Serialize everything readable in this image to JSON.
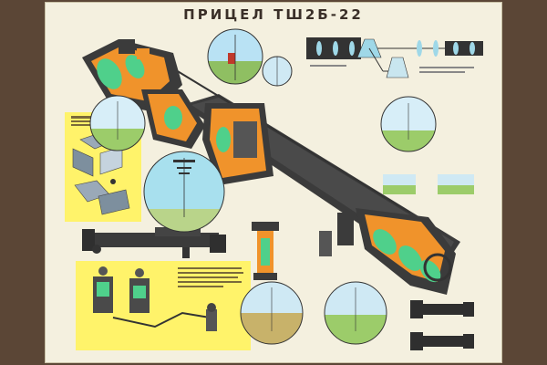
{
  "poster": {
    "title": "ПРИЦЕЛ ТШ2Б-22"
  },
  "colors": {
    "frame": "#5b4636",
    "paper": "#f4f0df",
    "housing": "#3b3b3b",
    "cutaway": "#f0932b",
    "optics": "#4fd08b",
    "note_yellow": "#fff36a"
  },
  "icons": [
    "cutaway-sight-drawing",
    "eyepiece-view-circle",
    "optical-schematic",
    "kinematic-linkage-diagram",
    "sight-side-view"
  ]
}
